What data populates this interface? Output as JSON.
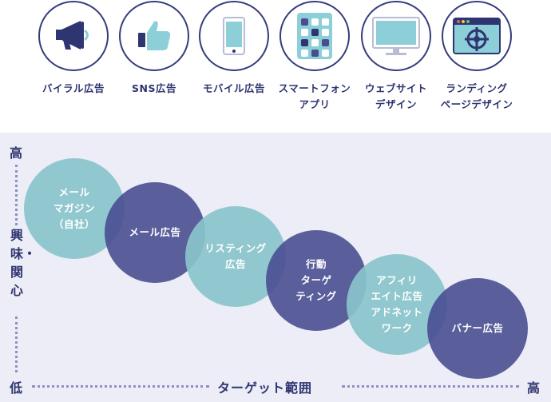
{
  "icons": [
    {
      "label": "バイラル広告",
      "icon": "megaphone-icon"
    },
    {
      "label": "SNS広告",
      "icon": "thumbs-up-icon"
    },
    {
      "label": "モバイル広告",
      "icon": "smartphone-icon"
    },
    {
      "label": "スマートフォン\nアプリ",
      "icon": "app-grid-icon"
    },
    {
      "label": "ウェブサイト\nデザイン",
      "icon": "monitor-icon"
    },
    {
      "label": "ランディング\nページデザイン",
      "icon": "browser-target-icon"
    }
  ],
  "axis": {
    "y_top": "高",
    "y_label": "興味・関心",
    "y_bottom": "低",
    "x_label": "ターゲット範囲",
    "x_right": "高"
  },
  "bubbles": [
    {
      "text": "メール\nマガジン\n（自社）",
      "tone": "light"
    },
    {
      "text": "メール広告",
      "tone": "dark"
    },
    {
      "text": "リスティング\n広告",
      "tone": "light"
    },
    {
      "text": "行動\nターゲ\nティング",
      "tone": "dark"
    },
    {
      "text": "アフィリ\nエイト広告\nアドネット\nワーク",
      "tone": "light"
    },
    {
      "text": "バナー広告",
      "tone": "dark"
    }
  ],
  "colors": {
    "navy": "#2f3570",
    "dark_bubble": "#4a4e91",
    "light_bubble": "#89c4cb",
    "panel_bg": "#ecedf6",
    "icon_teal": "#8ccfd8"
  }
}
